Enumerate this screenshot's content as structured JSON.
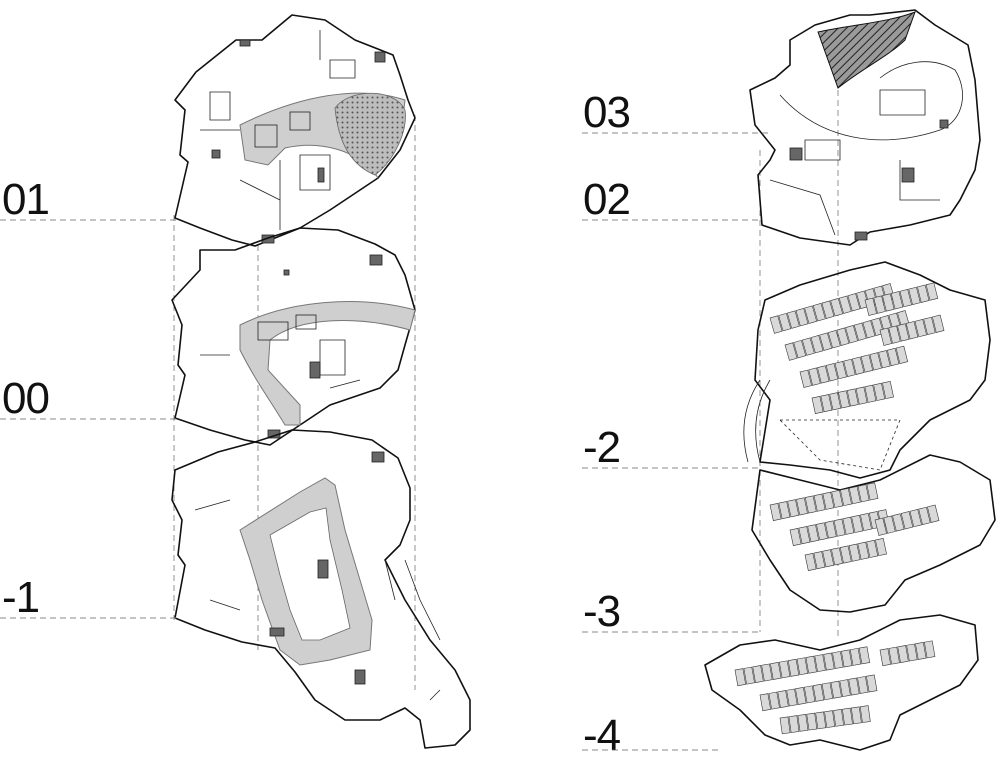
{
  "levels_left": [
    {
      "label": "01"
    },
    {
      "label": "00"
    },
    {
      "label": "-1"
    }
  ],
  "levels_right": [
    {
      "label": "03"
    },
    {
      "label": "02"
    },
    {
      "label": "-2"
    },
    {
      "label": "-3"
    },
    {
      "label": "-4"
    }
  ],
  "colors": {
    "ink": "#111111",
    "ramp_fill": "#cfcfcf",
    "dashed_guide": "#888888",
    "parking_stall": "#d9d9d9"
  }
}
